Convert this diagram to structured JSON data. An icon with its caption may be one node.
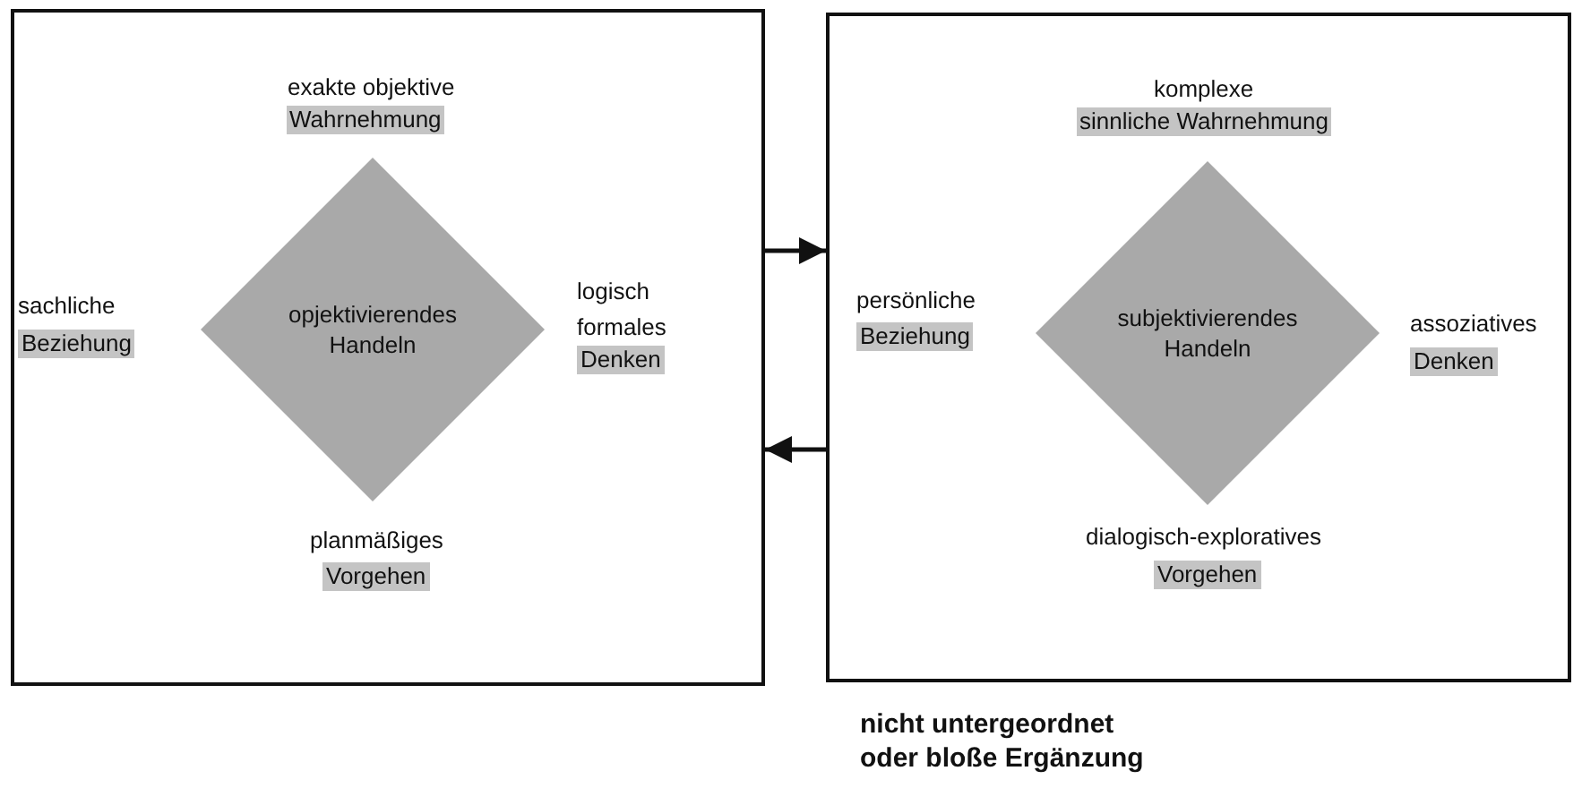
{
  "diagram": {
    "nodes": [
      {
        "text": [],
        "shape": "box"
      },
      {
        "text": [
          "opjektivierendes Handeln"
        ],
        "in": 0
      },
      {
        "text": [],
        "shape": "box",
        "beside": [
          "nicht untergeordnet oder bloße Ergänzung"
        ]
      },
      {
        "text": [
          "subjektivierendes Handeln"
        ],
        "in": 2
      }
    ],
    "edges": [
      {
        "from": 0,
        "to": 2,
        "arrow": "to"
      },
      {
        "from": 2,
        "to": 0,
        "arrow": "to"
      }
    ],
    "labels": [
      "exakte objektive",
      "Wahrnehmung",
      "sachliche",
      "Beziehung",
      "logisch formales",
      "Denken",
      "planmäßiges",
      "Vorgehen",
      "komplexe",
      "sinnliche Wahrnehmung",
      "persönliche",
      "Beziehung",
      "assoziatives",
      "Denken",
      "dialogisch-exploratives",
      "Vorgehen"
    ]
  }
}
